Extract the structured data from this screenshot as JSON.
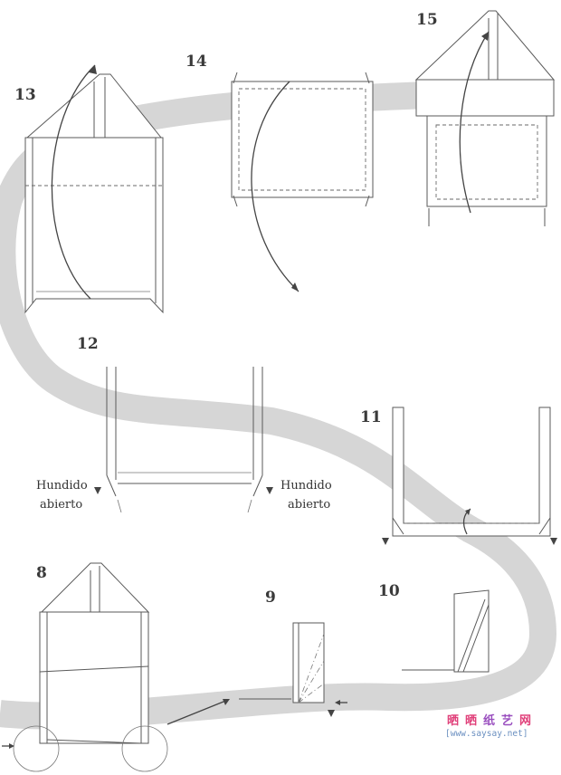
{
  "steps": {
    "s8": "8",
    "s9": "9",
    "s10": "10",
    "s11": "11",
    "s12": "12",
    "s13": "13",
    "s14": "14",
    "s15": "15"
  },
  "annotations": {
    "left_line1": "Hundido",
    "left_line2": "abierto",
    "right_line1": "Hundido",
    "right_line2": "abierto"
  },
  "watermark": {
    "brand_chars": [
      "晒",
      "晒",
      "纸",
      "艺",
      "网"
    ],
    "brand_colors": [
      "#e0407a",
      "#e0407a",
      "#9a4fbf",
      "#9a4fbf",
      "#e0407a"
    ],
    "url": "[www.saysay.net]"
  },
  "colors": {
    "line": "#5a5a5a",
    "band": "#d6d6d6",
    "text": "#3a3a3a"
  }
}
